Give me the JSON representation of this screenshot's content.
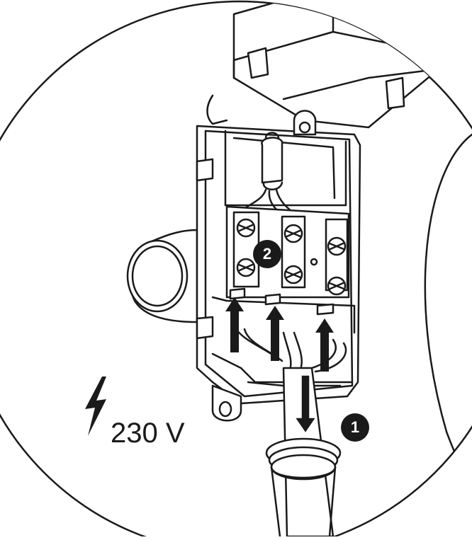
{
  "voltage": {
    "label": "230 V",
    "icon": "lightning-bolt-icon"
  },
  "callouts": [
    {
      "number": "1",
      "meaning": ""
    },
    {
      "number": "2",
      "meaning": ""
    }
  ],
  "colors": {
    "ink": "#1a1a1a",
    "fill": "#ffffff",
    "arrow": "#1a1a1a"
  }
}
